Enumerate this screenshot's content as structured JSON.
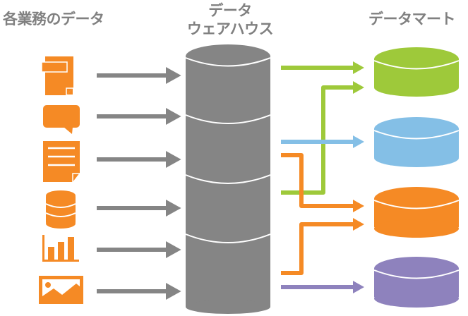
{
  "labels": {
    "sources": "各業務のデータ",
    "warehouse_line1": "データ",
    "warehouse_line2": "ウェアハウス",
    "marts": "データマート"
  },
  "colors": {
    "text": "#808080",
    "source_icon": "#f58a25",
    "gray_arrow": "#858585",
    "warehouse": "#858585",
    "separator": "#ffffff",
    "green": "#9ec93a",
    "blue": "#84bfe6",
    "orange": "#f58a25",
    "purple": "#8e82bd"
  },
  "sources": [
    {
      "name": "document",
      "icon": "document-icon"
    },
    {
      "name": "chat",
      "icon": "speech-bubble-icon"
    },
    {
      "name": "text",
      "icon": "text-document-icon"
    },
    {
      "name": "database",
      "icon": "database-icon"
    },
    {
      "name": "chart",
      "icon": "bar-chart-icon"
    },
    {
      "name": "image",
      "icon": "image-icon"
    }
  ],
  "marts": [
    {
      "name": "green-mart",
      "color": "green"
    },
    {
      "name": "blue-mart",
      "color": "blue"
    },
    {
      "name": "orange-mart",
      "color": "orange"
    },
    {
      "name": "purple-mart",
      "color": "purple"
    }
  ],
  "flows": [
    {
      "from_segment": 1,
      "to_mart": "green",
      "color": "green"
    },
    {
      "from_segment": 3,
      "to_mart": "green",
      "color": "green"
    },
    {
      "from_segment": 2,
      "to_mart": "blue",
      "color": "blue"
    },
    {
      "from_segment": 2,
      "to_mart": "orange",
      "color": "orange"
    },
    {
      "from_segment": 4,
      "to_mart": "orange",
      "color": "orange"
    },
    {
      "from_segment": 4,
      "to_mart": "purple",
      "color": "purple"
    }
  ]
}
